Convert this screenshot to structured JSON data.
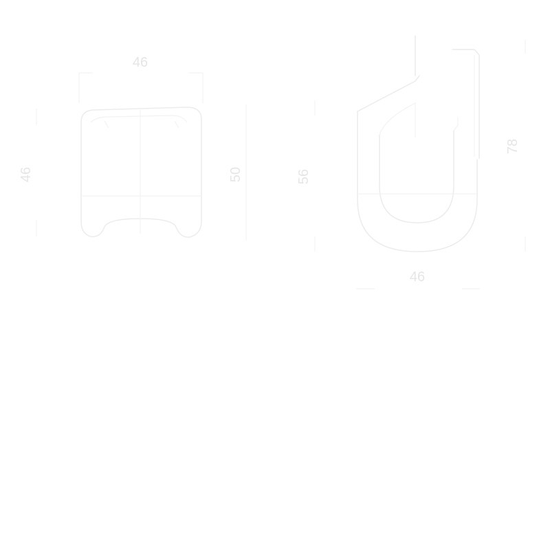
{
  "colors": {
    "background": "#ffffff",
    "line": "#ececec",
    "text": "#e6e6e6"
  },
  "top_view": {
    "width_label": "46",
    "depth_label": "46",
    "height_label": "50"
  },
  "side_view": {
    "seat_height_label": "56",
    "total_height_label": "78",
    "width_label": "46"
  }
}
